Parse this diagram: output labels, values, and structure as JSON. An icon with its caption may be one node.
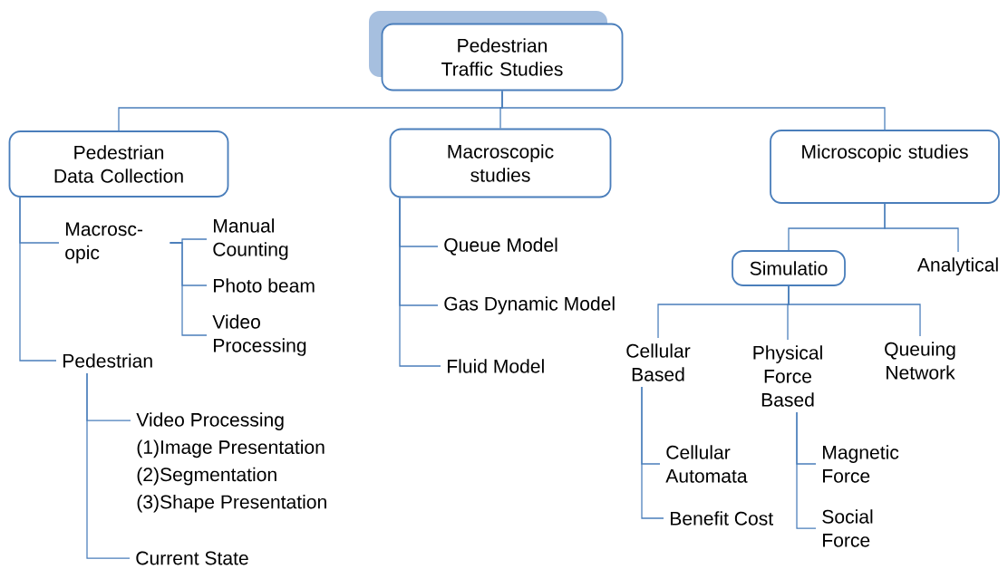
{
  "diagram": {
    "nodes": [
      {
        "text": [
          "Pedestrian Traffic Studies"
        ]
      },
      {
        "text": [
          "Pedestrian Data Collection"
        ]
      },
      {
        "text": [
          "Macroscopic studies"
        ]
      },
      {
        "text": [
          "Microscopic studies"
        ]
      },
      {
        "text": [
          "Macrosc- opic"
        ]
      },
      {
        "text": [
          "Manual Counting"
        ]
      },
      {
        "text": [
          "Photo beam"
        ]
      },
      {
        "text": [
          "Video Processing"
        ]
      },
      {
        "text": [
          "Pedestrian"
        ]
      },
      {
        "text": [
          "Video Processing",
          "(1)Image Presentation",
          "(2)Segmentation",
          "(3)Shape Presentation"
        ]
      },
      {
        "text": [
          "Current State"
        ]
      },
      {
        "text": [
          "Queue Model"
        ]
      },
      {
        "text": [
          "Gas Dynamic Model"
        ]
      },
      {
        "text": [
          "Fluid Model"
        ]
      },
      {
        "text": [
          "Simulatio"
        ]
      },
      {
        "text": [
          "Analytical"
        ]
      },
      {
        "text": [
          "Cellular Based"
        ]
      },
      {
        "text": [
          "Physical Force Based"
        ]
      },
      {
        "text": [
          "Queuing Network"
        ]
      },
      {
        "text": [
          "Cellular Automata"
        ]
      },
      {
        "text": [
          "Benefit Cost"
        ]
      },
      {
        "text": [
          "Magnetic Force"
        ]
      },
      {
        "text": [
          "Social Force"
        ]
      }
    ],
    "edges": [
      {
        "from": 0,
        "to": 1,
        "arrow": "none"
      },
      {
        "from": 0,
        "to": 2,
        "arrow": "none"
      },
      {
        "from": 0,
        "to": 3,
        "arrow": "none"
      },
      {
        "from": 1,
        "to": 4,
        "arrow": "none"
      },
      {
        "from": 1,
        "to": 8,
        "arrow": "none"
      },
      {
        "from": 4,
        "to": 5,
        "arrow": "none"
      },
      {
        "from": 4,
        "to": 6,
        "arrow": "none"
      },
      {
        "from": 4,
        "to": 7,
        "arrow": "none"
      },
      {
        "from": 8,
        "to": 9,
        "arrow": "none"
      },
      {
        "from": 8,
        "to": 10,
        "arrow": "none"
      },
      {
        "from": 2,
        "to": 11,
        "arrow": "none"
      },
      {
        "from": 2,
        "to": 12,
        "arrow": "none"
      },
      {
        "from": 2,
        "to": 13,
        "arrow": "none"
      },
      {
        "from": 3,
        "to": 14,
        "arrow": "none"
      },
      {
        "from": 3,
        "to": 15,
        "arrow": "none"
      },
      {
        "from": 14,
        "to": 16,
        "arrow": "none"
      },
      {
        "from": 14,
        "to": 17,
        "arrow": "none"
      },
      {
        "from": 14,
        "to": 18,
        "arrow": "none"
      },
      {
        "from": 16,
        "to": 19,
        "arrow": "none"
      },
      {
        "from": 16,
        "to": 20,
        "arrow": "none"
      },
      {
        "from": 17,
        "to": 21,
        "arrow": "none"
      },
      {
        "from": 17,
        "to": 22,
        "arrow": "none"
      }
    ]
  }
}
